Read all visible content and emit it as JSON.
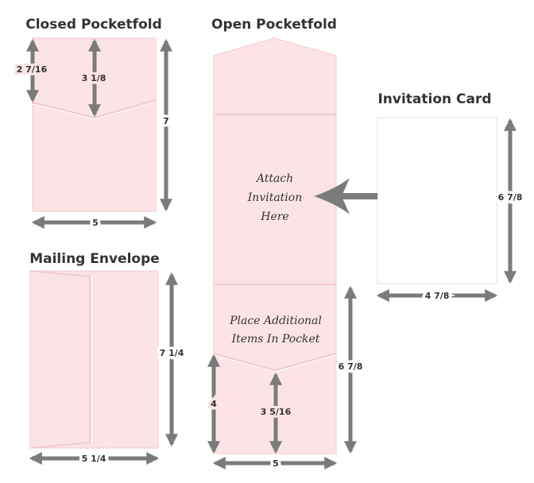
{
  "titles": {
    "closed": "Closed Pocketfold",
    "open": "Open Pocketfold",
    "card": "Invitation Card",
    "envelope": "Mailing Envelope"
  },
  "dimensions": {
    "closed_flap": "2 7/16",
    "closed_point": "3 1/8",
    "closed_height": "7",
    "closed_width": "5",
    "envelope_height": "7 1/4",
    "envelope_width": "5 1/4",
    "open_pocket_height": "6 7/8",
    "open_pocket_side": "4",
    "open_pocket_point": "3 5/16",
    "open_width": "5",
    "card_height": "6 7/8",
    "card_width": "4 7/8"
  },
  "notes": {
    "attach_line1": "Attach",
    "attach_line2": "Invitation",
    "attach_line3": "Here",
    "pocket_line1": "Place Additional",
    "pocket_line2": "Items In Pocket"
  },
  "colors": {
    "paper_pink": "#fce4e6",
    "paper_edge": "#f4c8cc",
    "arrow_gray": "#7b7b7b",
    "text": "#333333"
  }
}
